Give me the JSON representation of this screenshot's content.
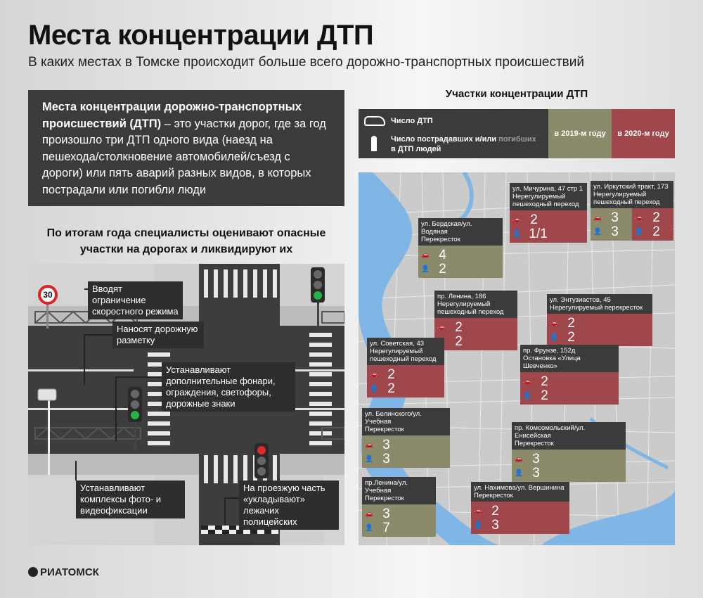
{
  "title": "Места концентрации ДТП",
  "subtitle": "В каких местах в Томске происходит больше всего дорожно-транспортных происшествий",
  "definition": {
    "bold": "Места концентрации дорожно-транспортных происшествий (ДТП)",
    "text": " – это участки дорог, где за год произошло три ДТП одного вида (наезд на пешехода/столкновение автомобилей/съезд с дороги) или пять аварий разных видов, в которых пострадали или погибли люди"
  },
  "measures_heading": "По итогам года специалисты оценивают опасные участки на дорогах и ликвидируют их",
  "speed_sign": "30",
  "measures": [
    "Вводят ограничение скоростного режима",
    "Наносят дорожную разметку",
    "Устанавливают дополнительные фонари, ограждения, светофоры, дорожные знаки",
    "Устанавливают комплексы фото- и видеофиксации",
    "На проезжую часть «укладывают» лежачих полицейских"
  ],
  "legend": {
    "title": "Участки концентрации ДТП",
    "dtp": "Число ДТП",
    "victims_a": "Число пострадавших и/или",
    "victims_b": "погибших",
    "victims_c": "в ДТП людей",
    "year2019": "в 2019-м году",
    "year2020": "в 2020-м году"
  },
  "colors": {
    "olive": "#8b8a6a",
    "red": "#a0474b",
    "dark": "#3b3b3b"
  },
  "locations": [
    {
      "name": "ул. Бердская/ул. Водяная",
      "type": "Перекресток",
      "y2019": {
        "dtp": "4",
        "victims": "2"
      }
    },
    {
      "name": "ул. Мичурина, 47 стр 1",
      "type": "Нерегулируемый пешеходный переход",
      "y2020": {
        "dtp": "2",
        "victims": "1/1"
      }
    },
    {
      "name": "ул. Иркутский тракт, 173",
      "type": "Нерегулируемый пешеходный переход",
      "y2019": {
        "dtp": "3",
        "victims": "3"
      },
      "y2020": {
        "dtp": "2",
        "victims": "2"
      }
    },
    {
      "name": "пр. Ленина, 186",
      "type": "Нерегулируемый пешеходный переход",
      "y2020": {
        "dtp": "2",
        "victims": "2"
      }
    },
    {
      "name": "ул. Энтузиастов, 45",
      "type": "Нерегулируемый перекресток",
      "y2020": {
        "dtp": "2",
        "victims": "2"
      }
    },
    {
      "name": "ул. Советская, 43",
      "type": "Нерегулируемый пешеходный переход",
      "y2020": {
        "dtp": "2",
        "victims": "2"
      }
    },
    {
      "name": "пр. Фрунзе, 152д",
      "type": "Остановка «Улица Шевченко»",
      "y2020": {
        "dtp": "2",
        "victims": "2"
      }
    },
    {
      "name": "ул. Белинского/ул. Учебная",
      "type": "Перекресток",
      "y2019": {
        "dtp": "3",
        "victims": "3"
      }
    },
    {
      "name": "пр. Комсомольский/ул. Енисейская",
      "type": "Перекресток",
      "y2019": {
        "dtp": "3",
        "victims": "3"
      }
    },
    {
      "name": "пр.Ленина/ул. Учебная",
      "type": "Перекресток",
      "y2019": {
        "dtp": "3",
        "victims": "7"
      }
    },
    {
      "name": "ул. Нахимова/ул. Вершинина",
      "type": "Перекресток",
      "y2020": {
        "dtp": "2",
        "victims": "3"
      }
    }
  ],
  "logo": "РИАТОМСК"
}
